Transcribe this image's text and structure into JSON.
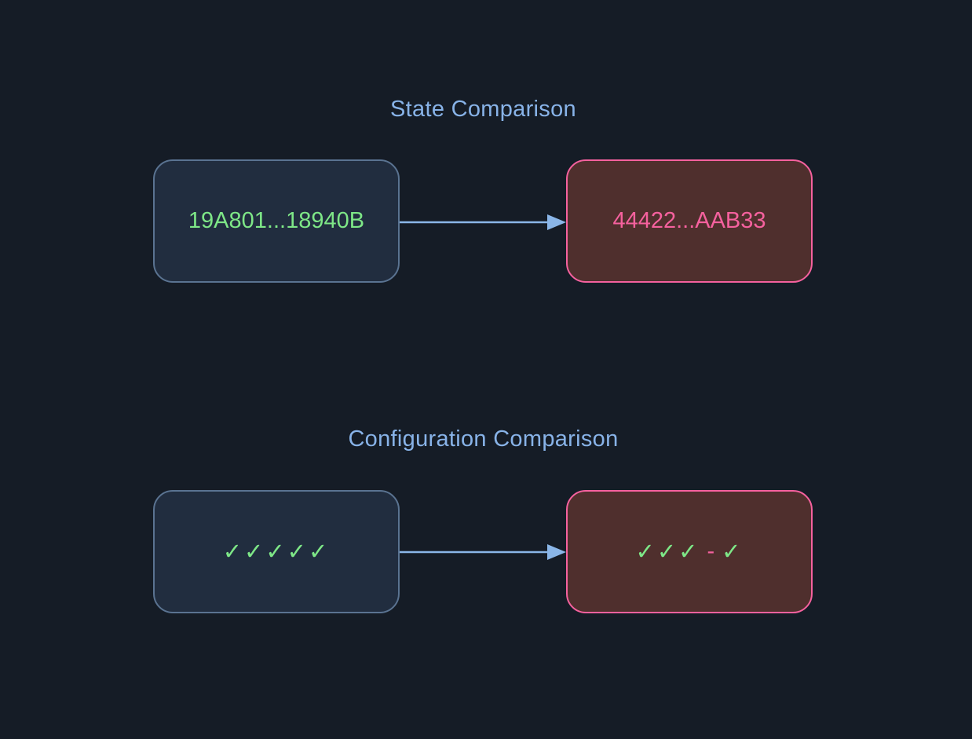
{
  "diagram": {
    "sections": [
      {
        "title": "State Comparison",
        "source_label": "19A801...18940B",
        "target_label": "44422...AAB33"
      },
      {
        "title": "Configuration Comparison",
        "source_label": "✓✓✓✓✓",
        "target_parts": {
          "checks_left": "✓✓✓",
          "separator": "-",
          "checks_right": "✓"
        }
      }
    ],
    "colors": {
      "background": "#151c26",
      "section_title": "#88b3e8",
      "arrow": "#8ab6e8",
      "source_fill": "#212d3f",
      "source_border": "#5a7391",
      "match_green": "#7ee787",
      "target_fill": "#4f2f2d",
      "target_border": "#f5619e",
      "mismatch_pink": "#f5619e"
    }
  }
}
